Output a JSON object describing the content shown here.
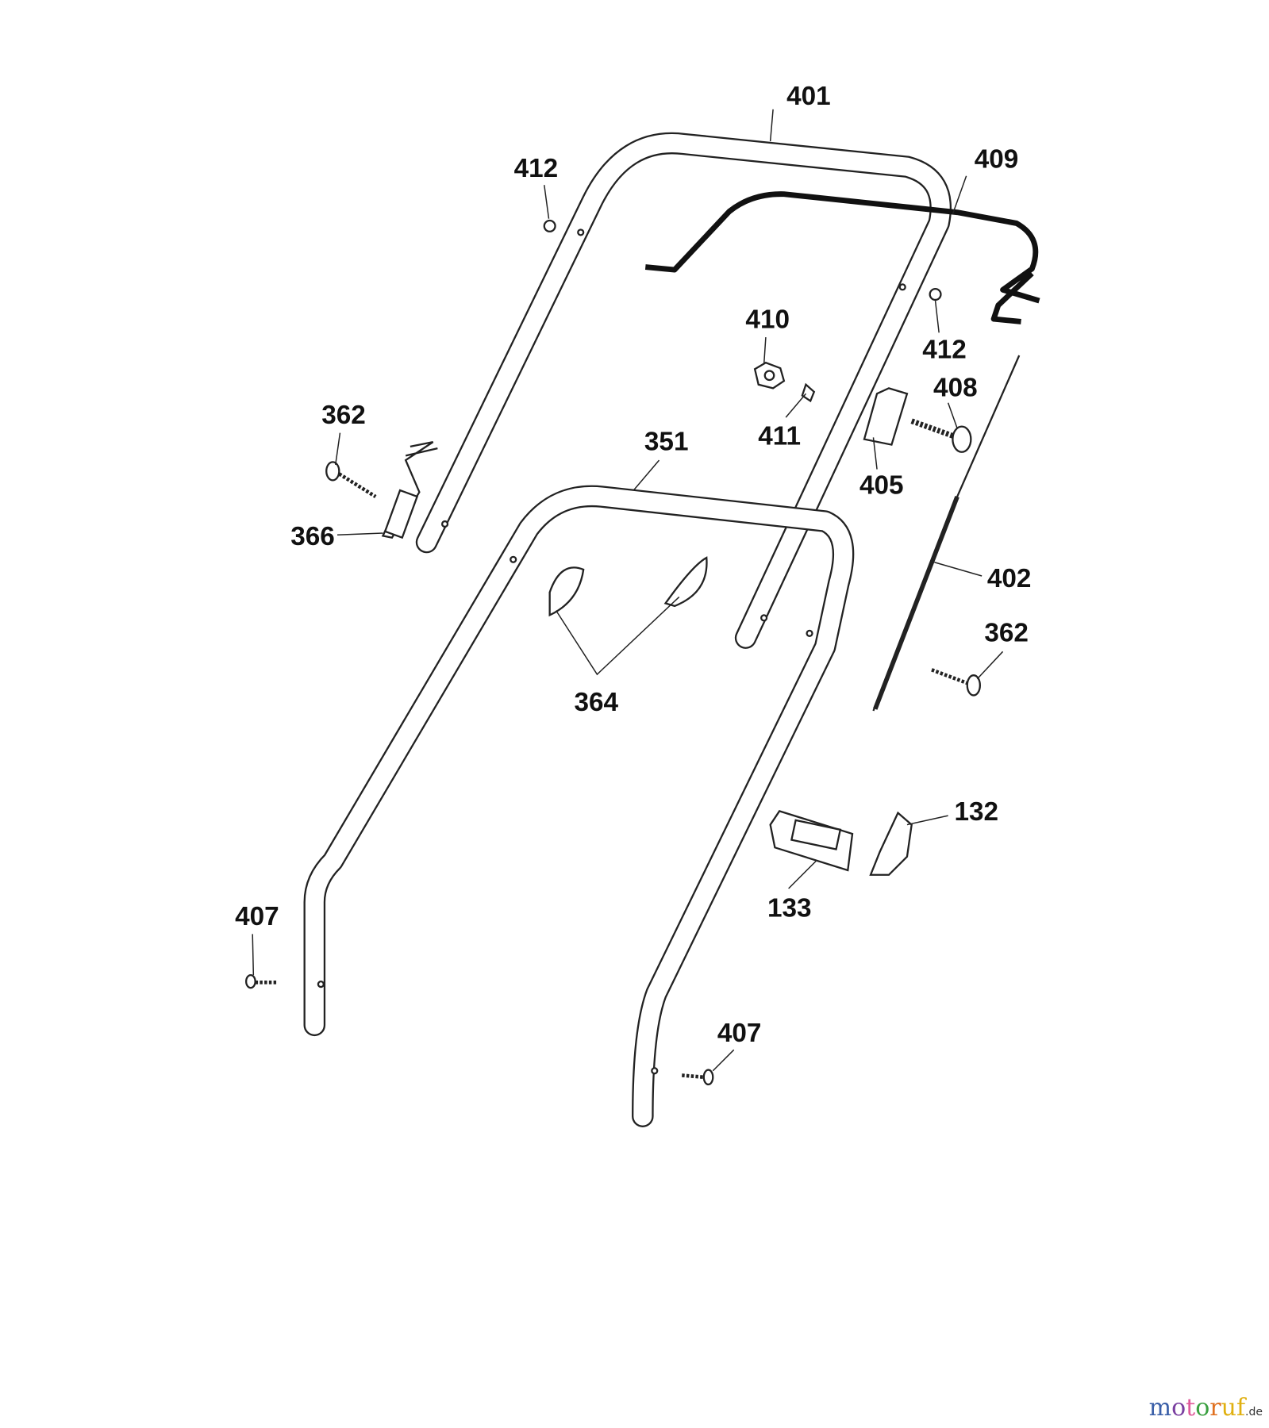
{
  "diagram": {
    "title": "Handle assembly parts diagram",
    "part_labels": {
      "p401": "401",
      "p412a": "412",
      "p409": "409",
      "p410": "410",
      "p412b": "412",
      "p408": "408",
      "p411": "411",
      "p405": "405",
      "p362a": "362",
      "p351": "351",
      "p366": "366",
      "p402": "402",
      "p362b": "362",
      "p364": "364",
      "p132": "132",
      "p133": "133",
      "p407a": "407",
      "p407b": "407"
    }
  },
  "watermark": {
    "text": "motoruf",
    "suffix": ".de",
    "colors": [
      "#3a5fa8",
      "#7a3fa0",
      "#e05a9a",
      "#3aa040",
      "#e07020",
      "#e0b010"
    ]
  }
}
